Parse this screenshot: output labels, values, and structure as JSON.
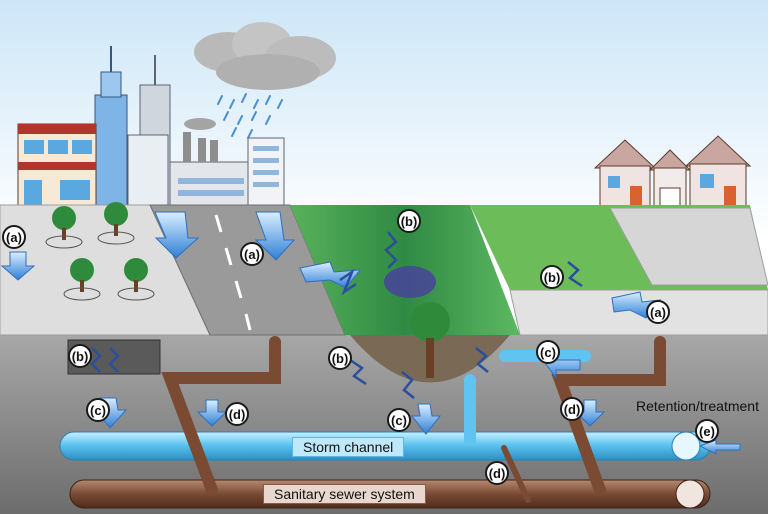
{
  "labels": {
    "storm_channel": "Storm channel",
    "sanitary_sewer": "Sanitary sewer system",
    "retention": "Retention/treatment"
  },
  "callouts": {
    "a": "(a)",
    "b": "(b)",
    "c": "(c)",
    "d": "(d)",
    "e": "(e)"
  },
  "colors": {
    "sky": "#dff0fb",
    "storm_pipe": "#5fc4ef",
    "sewer_pipe": "#7a4a33",
    "swale_green": "#3f9e4a",
    "road": "#9a9a9a",
    "water": "#3a86d8",
    "ground": "#8f8f8f"
  }
}
